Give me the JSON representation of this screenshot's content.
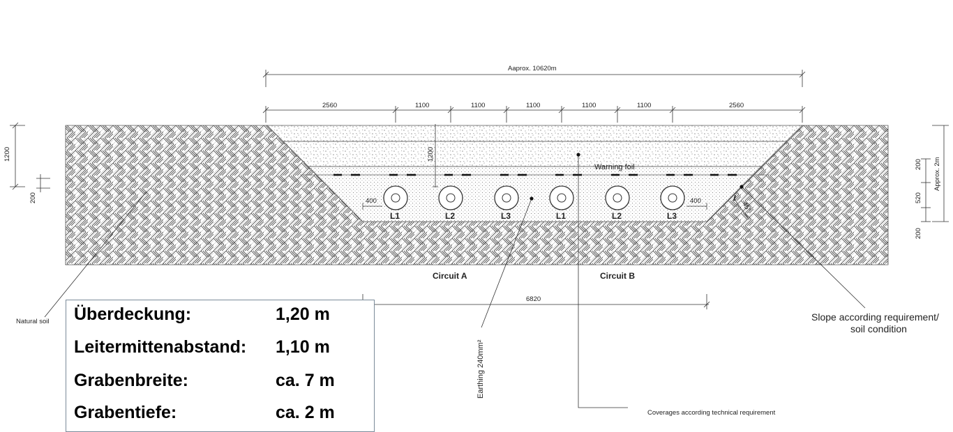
{
  "dimensions": {
    "overall": "Aaprox. 10620m",
    "spans": [
      "2560",
      "1100",
      "1100",
      "1100",
      "1100",
      "1100",
      "2560"
    ],
    "left_depth": "1200",
    "left_small": "200",
    "inner_depth": "1200",
    "edge_left": "400",
    "edge_right": "400",
    "bottom_width": "6820",
    "right_top": "200",
    "right_mid": "520",
    "right_bottom": "200",
    "right_total": "Approx. 2m",
    "angle": "45°"
  },
  "labels": {
    "warning_foil": "Warning foil",
    "natural_soil": "Natural soil",
    "circuit_a": "Circuit A",
    "circuit_b": "Circuit B",
    "slope_line1": "Slope according requirement/",
    "slope_line2": "soil condition",
    "earthing": "Earthing 240mm²",
    "coverages": "Coverages according technical requirement"
  },
  "phases": [
    "L1",
    "L2",
    "L3",
    "L1",
    "L2",
    "L3"
  ],
  "summary": [
    {
      "label": "Überdeckung:",
      "value": "1,20 m"
    },
    {
      "label": "Leitermittenabstand:",
      "value": "1,10 m"
    },
    {
      "label": "Grabenbreite:",
      "value": "ca. 7 m"
    },
    {
      "label": "Grabentiefe:",
      "value": "ca. 2 m"
    }
  ]
}
